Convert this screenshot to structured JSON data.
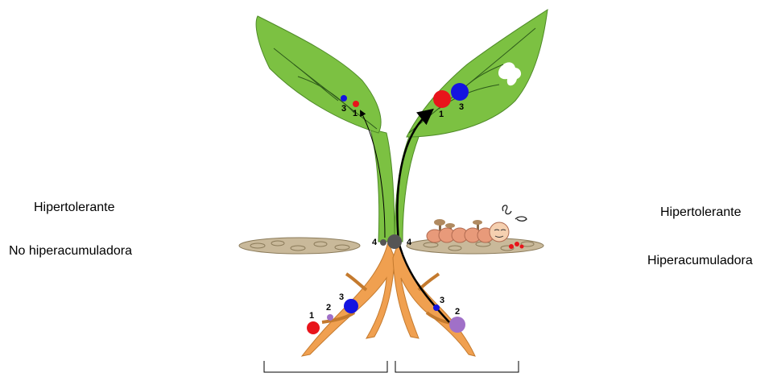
{
  "left_panel": {
    "line1": "Hipertolerante",
    "line2": "No hiperacumuladora"
  },
  "right_panel": {
    "line1": "Hipertolerante",
    "line2": "Hiperacumuladora"
  },
  "markers": {
    "leaf_left_1": "1",
    "leaf_left_3": "3",
    "leaf_right_1": "1",
    "leaf_right_3": "3",
    "ground_left_4": "4",
    "ground_right_4": "4",
    "root_left_1": "1",
    "root_left_2": "2",
    "root_left_3": "3",
    "root_right_2": "2",
    "root_right_3": "3"
  },
  "colors": {
    "leaf": "#7cc142",
    "root": "#f0a050",
    "metal_1": "#e8141b",
    "metal_2": "#a070c8",
    "metal_3": "#1414e0",
    "metal_4": "#555555",
    "soil": "#c9b99a"
  },
  "icons": [
    "caterpillar-icon",
    "fungus-icon"
  ]
}
